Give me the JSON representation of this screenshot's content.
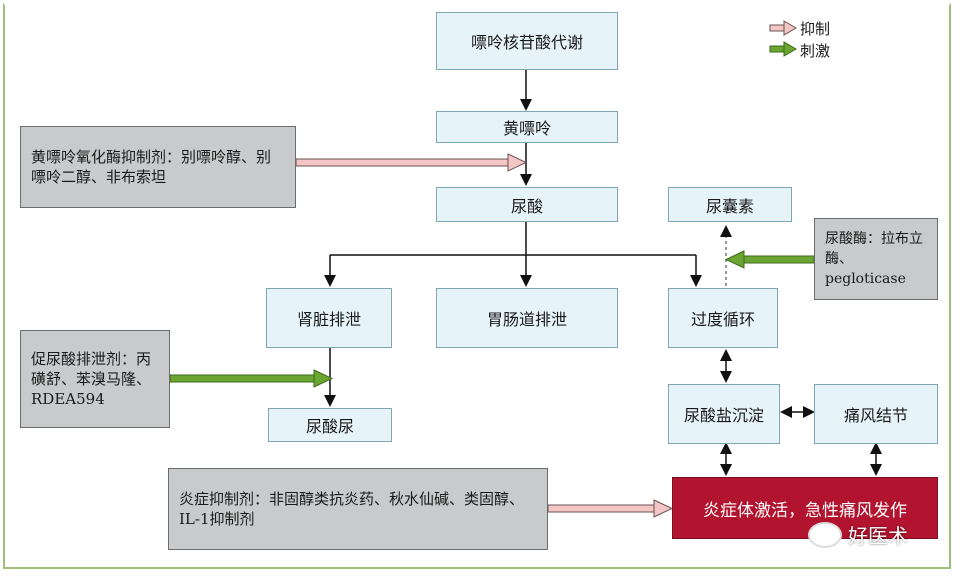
{
  "legend": {
    "inhibit": "抑制",
    "stimulate": "刺激"
  },
  "nodes": {
    "purine": "嘌呤核苷酸代谢",
    "xanthine": "黄嘌呤",
    "uric_acid": "尿酸",
    "allantoin": "尿囊素",
    "kidney": "肾脏排泄",
    "gut": "胃肠道排泄",
    "saturation": "过度循环",
    "urine": "尿酸尿",
    "crystal": "尿酸盐沉淀",
    "tophus": "痛风结节",
    "attack": "炎症体激活，急性痛风发作"
  },
  "drugs": {
    "xo_inhibitor": "黄嘌呤氧化酶抑制剂：别嘌呤醇、别嘌呤二醇、非布索坦",
    "uricase": "尿酸酶：拉布立酶、pegloticase",
    "uricosuric": "促尿酸排泄剂：丙磺舒、苯溴马隆、RDEA594",
    "anti_inflammatory": "炎症抑制剂：非固醇类抗炎药、秋水仙碱、类固醇、IL-1抑制剂"
  },
  "watermark": "好医术",
  "colors": {
    "inhibit": "#f3c6c6",
    "stimulate": "#6aa531",
    "attack": "#b2132e",
    "box": "#e6f3f9",
    "drug_box": "#c8cacb"
  }
}
